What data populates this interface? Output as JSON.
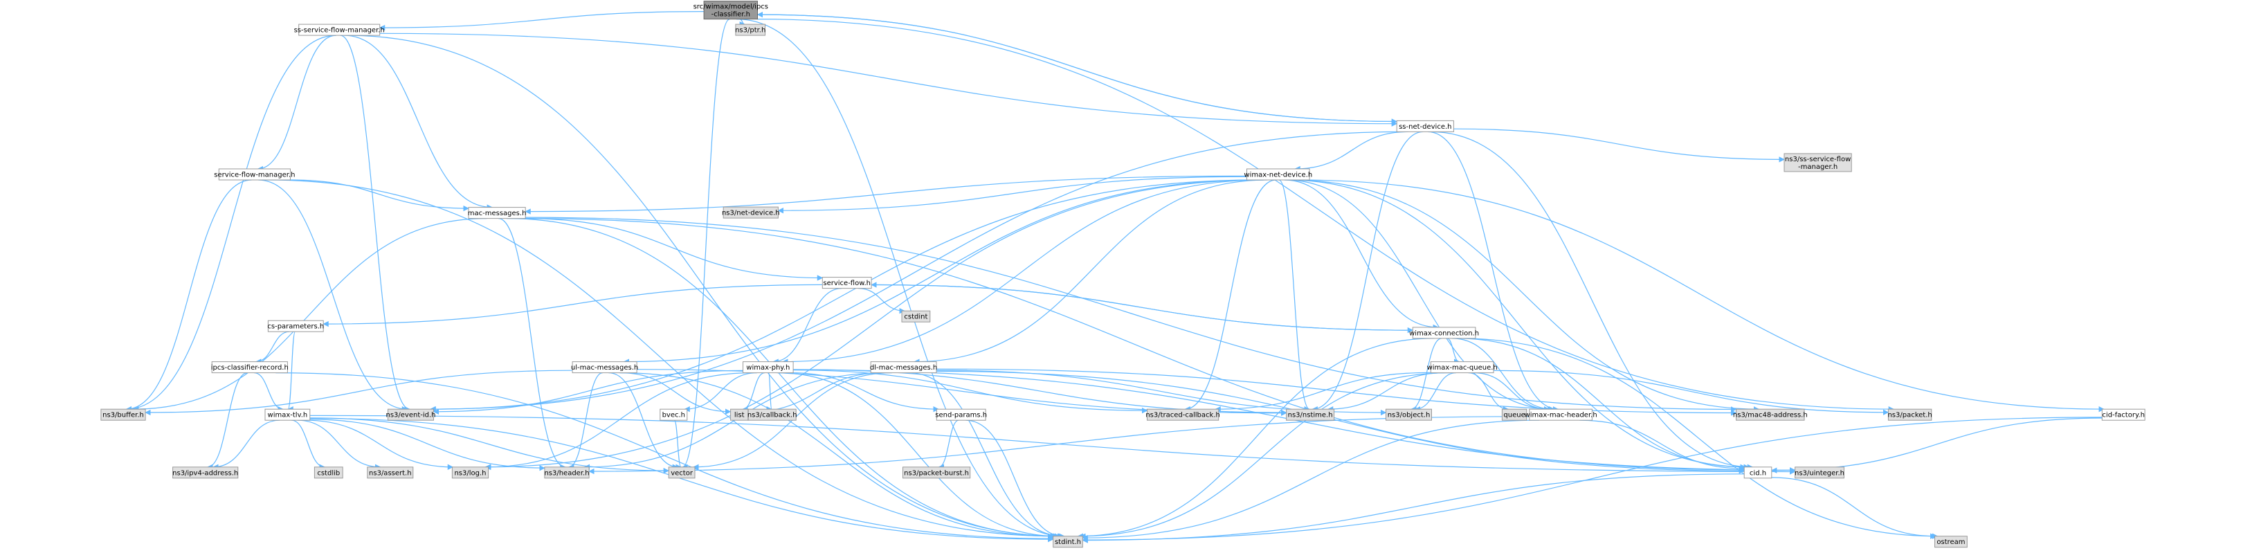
{
  "diagram": {
    "type": "include-dependency-graph",
    "nodes": [
      {
        "id": "root",
        "label": "src/wimax/model/ipcs-classifier.h",
        "lines": [
          "src/wimax/model/ipcs",
          "-classifier.h"
        ],
        "kind": "main"
      },
      {
        "id": "ptr",
        "label": "ns3/ptr.h",
        "kind": "ext"
      },
      {
        "id": "ssfm",
        "label": "ss-service-flow-manager.h",
        "kind": "local"
      },
      {
        "id": "ssnd",
        "label": "ss-net-device.h",
        "kind": "local"
      },
      {
        "id": "sfm",
        "label": "service-flow-manager.h",
        "kind": "local"
      },
      {
        "id": "wnd",
        "label": "wimax-net-device.h",
        "kind": "local"
      },
      {
        "id": "ns3ssfm",
        "label": "ns3/ss-service-flow-manager.h",
        "lines": [
          "ns3/ss-service-flow",
          "-manager.h"
        ],
        "kind": "ext"
      },
      {
        "id": "macmsg",
        "label": "mac-messages.h",
        "kind": "local"
      },
      {
        "id": "netdev",
        "label": "ns3/net-device.h",
        "kind": "ext"
      },
      {
        "id": "sf",
        "label": "service-flow.h",
        "kind": "local"
      },
      {
        "id": "cstdint",
        "label": "cstdint",
        "kind": "ext"
      },
      {
        "id": "csparam",
        "label": "cs-parameters.h",
        "kind": "local"
      },
      {
        "id": "wconn",
        "label": "wimax-connection.h",
        "kind": "local"
      },
      {
        "id": "ipcr",
        "label": "ipcs-classifier-record.h",
        "kind": "local"
      },
      {
        "id": "ulmac",
        "label": "ul-mac-messages.h",
        "kind": "local"
      },
      {
        "id": "wphy",
        "label": "wimax-phy.h",
        "kind": "local"
      },
      {
        "id": "dlmac",
        "label": "dl-mac-messages.h",
        "kind": "local"
      },
      {
        "id": "wmq",
        "label": "wimax-mac-queue.h",
        "kind": "local"
      },
      {
        "id": "cidf",
        "label": "cid-factory.h",
        "kind": "local"
      },
      {
        "id": "buffer",
        "label": "ns3/buffer.h",
        "kind": "ext"
      },
      {
        "id": "eventid",
        "label": "ns3/event-id.h",
        "kind": "ext"
      },
      {
        "id": "list",
        "label": "list",
        "kind": "ext"
      },
      {
        "id": "callback",
        "label": "ns3/callback.h",
        "kind": "ext"
      },
      {
        "id": "traced",
        "label": "ns3/traced-callback.h",
        "kind": "ext"
      },
      {
        "id": "nstime",
        "label": "ns3/nstime.h",
        "kind": "ext"
      },
      {
        "id": "object",
        "label": "ns3/object.h",
        "kind": "ext"
      },
      {
        "id": "queue",
        "label": "queue",
        "kind": "ext"
      },
      {
        "id": "wmh",
        "label": "wimax-mac-header.h",
        "kind": "local"
      },
      {
        "id": "mac48",
        "label": "ns3/mac48-address.h",
        "kind": "ext"
      },
      {
        "id": "packet",
        "label": "ns3/packet.h",
        "kind": "ext"
      },
      {
        "id": "wtlv",
        "label": "wimax-tlv.h",
        "kind": "local"
      },
      {
        "id": "bvec",
        "label": "bvec.h",
        "kind": "local"
      },
      {
        "id": "sendp",
        "label": "send-params.h",
        "kind": "local"
      },
      {
        "id": "ipv4",
        "label": "ns3/ipv4-address.h",
        "kind": "ext"
      },
      {
        "id": "cstdlib",
        "label": "cstdlib",
        "kind": "ext"
      },
      {
        "id": "assert",
        "label": "ns3/assert.h",
        "kind": "ext"
      },
      {
        "id": "log",
        "label": "ns3/log.h",
        "kind": "ext"
      },
      {
        "id": "header",
        "label": "ns3/header.h",
        "kind": "ext"
      },
      {
        "id": "vector",
        "label": "vector",
        "kind": "ext"
      },
      {
        "id": "pktburst",
        "label": "ns3/packet-burst.h",
        "kind": "ext"
      },
      {
        "id": "uinteger",
        "label": "ns3/uinteger.h",
        "kind": "ext"
      },
      {
        "id": "cid",
        "label": "cid.h",
        "kind": "local"
      },
      {
        "id": "stdint",
        "label": "stdint.h",
        "kind": "ext"
      },
      {
        "id": "ostream",
        "label": "ostream",
        "kind": "ext"
      }
    ],
    "edges": [
      [
        "root",
        "ptr"
      ],
      [
        "root",
        "ssfm"
      ],
      [
        "root",
        "ssnd"
      ],
      [
        "root",
        "packet"
      ],
      [
        "root",
        "vector"
      ],
      [
        "root",
        "stdint"
      ],
      [
        "ssfm",
        "ssnd"
      ],
      [
        "ssfm",
        "sfm"
      ],
      [
        "ssfm",
        "macmsg"
      ],
      [
        "ssfm",
        "buffer"
      ],
      [
        "ssfm",
        "eventid"
      ],
      [
        "ssfm",
        "stdint"
      ],
      [
        "ssnd",
        "root"
      ],
      [
        "ssnd",
        "wnd"
      ],
      [
        "ssnd",
        "ns3ssfm"
      ],
      [
        "ssnd",
        "eventid"
      ],
      [
        "ssnd",
        "nstime"
      ],
      [
        "ssnd",
        "wmh"
      ],
      [
        "ssnd",
        "cid"
      ],
      [
        "sfm",
        "macmsg"
      ],
      [
        "sfm",
        "buffer"
      ],
      [
        "sfm",
        "eventid"
      ],
      [
        "sfm",
        "stdint"
      ],
      [
        "wnd",
        "macmsg"
      ],
      [
        "wnd",
        "netdev"
      ],
      [
        "wnd",
        "ulmac"
      ],
      [
        "wnd",
        "dlmac"
      ],
      [
        "wnd",
        "wphy"
      ],
      [
        "wnd",
        "wconn"
      ],
      [
        "wnd",
        "cidf"
      ],
      [
        "wnd",
        "eventid"
      ],
      [
        "wnd",
        "log"
      ],
      [
        "wnd",
        "traced"
      ],
      [
        "wnd",
        "nstime"
      ],
      [
        "wnd",
        "mac48"
      ],
      [
        "wnd",
        "wmh"
      ],
      [
        "wnd",
        "cid"
      ],
      [
        "macmsg",
        "sf"
      ],
      [
        "macmsg",
        "buffer"
      ],
      [
        "macmsg",
        "header"
      ],
      [
        "macmsg",
        "mac48"
      ],
      [
        "macmsg",
        "cid"
      ],
      [
        "macmsg",
        "stdint"
      ],
      [
        "sf",
        "cstdint"
      ],
      [
        "sf",
        "csparam"
      ],
      [
        "sf",
        "wconn"
      ],
      [
        "sf",
        "wphy"
      ],
      [
        "wconn",
        "sf"
      ],
      [
        "wconn",
        "wmq"
      ],
      [
        "wconn",
        "wmh"
      ],
      [
        "wconn",
        "object"
      ],
      [
        "wconn",
        "cid"
      ],
      [
        "wconn",
        "ostream"
      ],
      [
        "wconn",
        "stdint"
      ],
      [
        "csparam",
        "ipcr"
      ],
      [
        "csparam",
        "wtlv"
      ],
      [
        "ipcr",
        "wtlv"
      ],
      [
        "ipcr",
        "ipv4"
      ],
      [
        "ipcr",
        "stdint"
      ],
      [
        "ulmac",
        "buffer"
      ],
      [
        "ulmac",
        "list"
      ],
      [
        "ulmac",
        "header"
      ],
      [
        "ulmac",
        "vector"
      ],
      [
        "ulmac",
        "nstime"
      ],
      [
        "ulmac",
        "stdint"
      ],
      [
        "wphy",
        "bvec"
      ],
      [
        "wphy",
        "sendp"
      ],
      [
        "wphy",
        "list"
      ],
      [
        "wphy",
        "callback"
      ],
      [
        "wphy",
        "traced"
      ],
      [
        "wphy",
        "eventid"
      ],
      [
        "wphy",
        "nstime"
      ],
      [
        "wphy",
        "log"
      ],
      [
        "wphy",
        "stdint"
      ],
      [
        "wphy",
        "uinteger"
      ],
      [
        "dlmac",
        "list"
      ],
      [
        "dlmac",
        "header"
      ],
      [
        "dlmac",
        "vector"
      ],
      [
        "dlmac",
        "object"
      ],
      [
        "dlmac",
        "mac48"
      ],
      [
        "dlmac",
        "stdint"
      ],
      [
        "dlmac",
        "cid"
      ],
      [
        "wmq",
        "traced"
      ],
      [
        "wmq",
        "nstime"
      ],
      [
        "wmq",
        "object"
      ],
      [
        "wmq",
        "queue"
      ],
      [
        "wmq",
        "packet"
      ],
      [
        "wmq",
        "wmh"
      ],
      [
        "wmq",
        "stdint"
      ],
      [
        "wmh",
        "header"
      ],
      [
        "wmh",
        "cid"
      ],
      [
        "wmh",
        "stdint"
      ],
      [
        "cidf",
        "cid"
      ],
      [
        "cidf",
        "stdint"
      ],
      [
        "wtlv",
        "ipv4"
      ],
      [
        "wtlv",
        "cstdlib"
      ],
      [
        "wtlv",
        "assert"
      ],
      [
        "wtlv",
        "log"
      ],
      [
        "wtlv",
        "header"
      ],
      [
        "wtlv",
        "vector"
      ],
      [
        "wtlv",
        "uinteger"
      ],
      [
        "wtlv",
        "stdint"
      ],
      [
        "bvec",
        "vector"
      ],
      [
        "sendp",
        "pktburst"
      ],
      [
        "sendp",
        "stdint"
      ],
      [
        "cid",
        "ostream"
      ],
      [
        "cid",
        "stdint"
      ]
    ]
  }
}
